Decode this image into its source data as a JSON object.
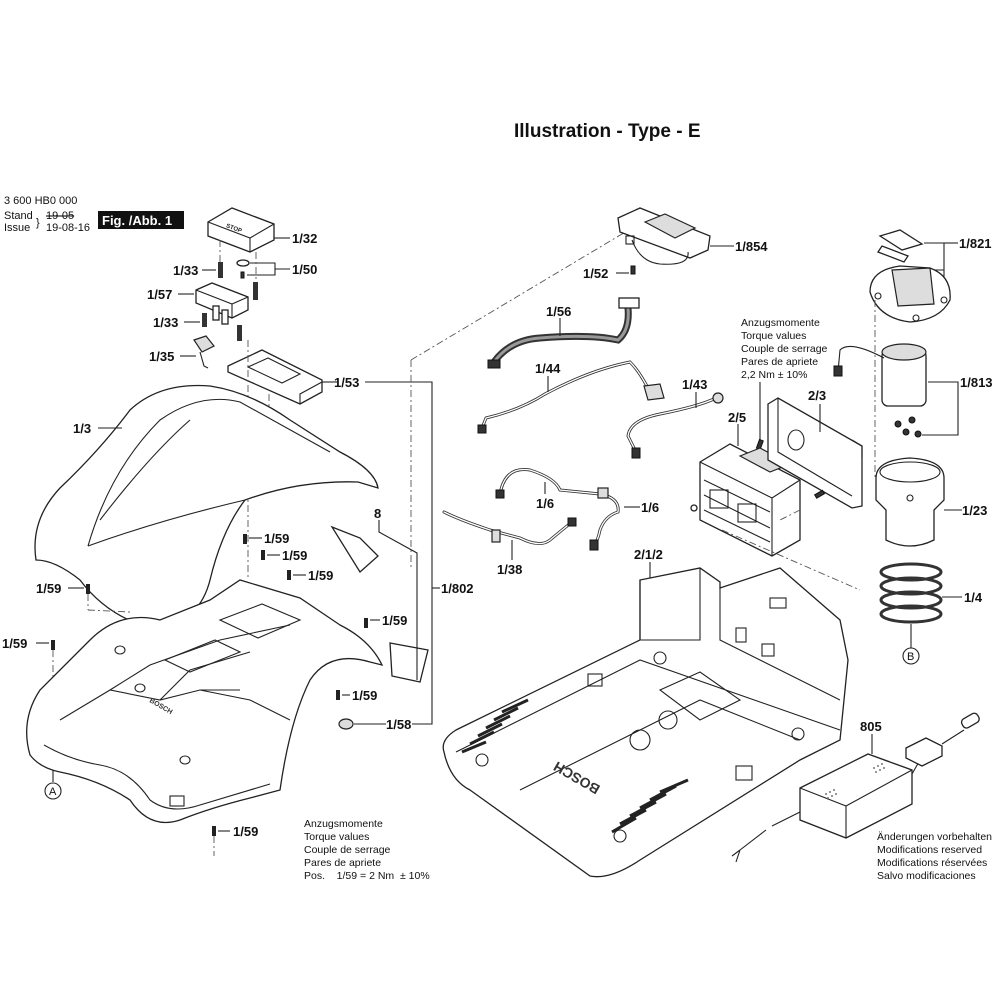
{
  "title": "Illustration - Type - E",
  "header": {
    "part_number": "3 600 HB0 000",
    "stand_label": "Stand",
    "issue_label": "Issue",
    "stand_value_struck": "19-05",
    "issue_value": "19-08-16",
    "figure_label": "Fig. /Abb. 1"
  },
  "part_labels": {
    "p1_32": "1/32",
    "p1_33a": "1/33",
    "p1_50": "1/50",
    "p1_57": "1/57",
    "p1_33b": "1/33",
    "p1_35": "1/35",
    "p1_53": "1/53",
    "p1_3": "1/3",
    "p8": "8",
    "p1_59a": "1/59",
    "p1_59b": "1/59",
    "p1_59c": "1/59",
    "p1_59d": "1/59",
    "p1_59e": "1/59",
    "p1_59f": "1/59",
    "p1_59g": "1/59",
    "p1_59h": "1/59",
    "p1_58": "1/58",
    "p1_802": "1/802",
    "p1_854": "1/854",
    "p1_52": "1/52",
    "p1_56": "1/56",
    "p1_44": "1/44",
    "p1_43": "1/43",
    "p2_5": "2/5",
    "p2_3": "2/3",
    "p1_6a": "1/6",
    "p1_6b": "1/6",
    "p1_38": "1/38",
    "p2_1_2": "2/1/2",
    "p1_821": "1/821",
    "p1_813": "1/813",
    "p1_23": "1/23",
    "p1_4": "1/4",
    "p805": "805"
  },
  "markers": {
    "a": "A",
    "b": "B"
  },
  "torque_note_upper": {
    "lines": [
      "Anzugsmomente",
      "Torque values",
      "Couple de serrage",
      "Pares de apriete",
      "2,2 Nm ± 10%"
    ]
  },
  "torque_note_lower": {
    "lines": [
      "Anzugsmomente",
      "Torque values",
      "Couple de serrage",
      "Pares de apriete",
      "Pos.    1/59 = 2 Nm  ± 10%"
    ]
  },
  "modifications_note": {
    "lines": [
      "Änderungen vorbehalten",
      "Modifications reserved",
      "Modifications réservées",
      "Salvo modificaciones"
    ]
  },
  "brand_marks": {
    "housing": "BOSCH",
    "base": "BOSCH"
  }
}
